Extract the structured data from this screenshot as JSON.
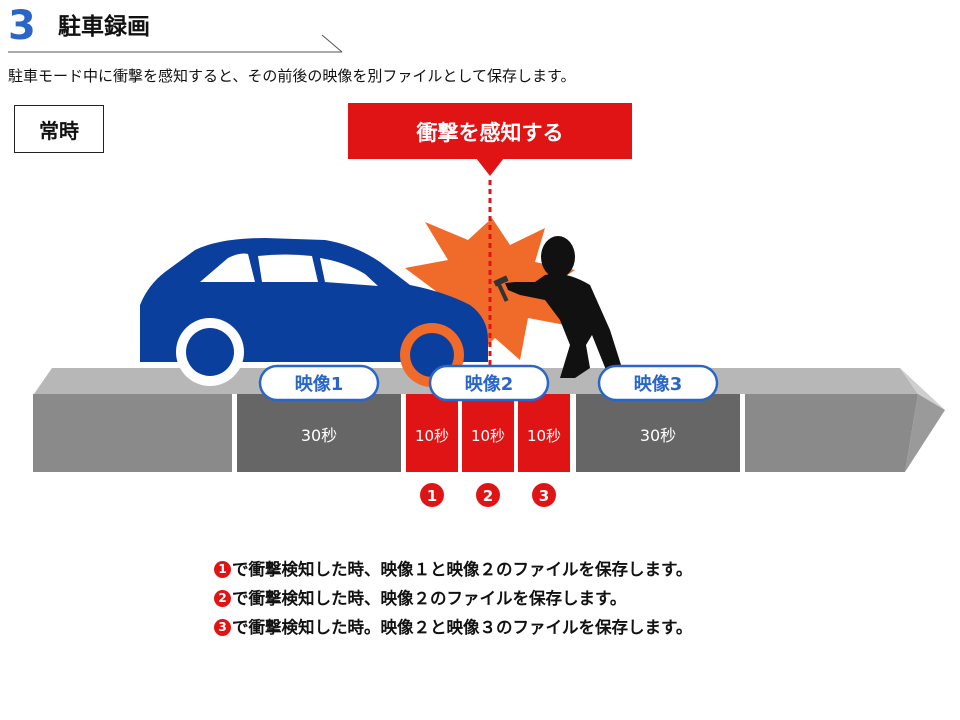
{
  "header": {
    "number": "3",
    "title": "駐車録画"
  },
  "lead_text": "駐車モード中に衝撃を感知すると、その前後の映像を別ファイルとして保存します。",
  "mode_label": "常時",
  "impact_callout": "衝撃を感知する",
  "files": [
    {
      "label": "映像1"
    },
    {
      "label": "映像2"
    },
    {
      "label": "映像3"
    }
  ],
  "segments": [
    {
      "label": "",
      "kind": "edge"
    },
    {
      "label": "30秒",
      "kind": "normal"
    },
    {
      "label": "10秒",
      "kind": "event"
    },
    {
      "label": "10秒",
      "kind": "event"
    },
    {
      "label": "10秒",
      "kind": "event"
    },
    {
      "label": "30秒",
      "kind": "normal"
    },
    {
      "label": "",
      "kind": "edge"
    }
  ],
  "markers": [
    "1",
    "2",
    "3"
  ],
  "notes": [
    {
      "marker": "1",
      "text": "で衝撃検知した時、映像１と映像２のファイルを保存します。"
    },
    {
      "marker": "2",
      "text": "で衝撃検知した時、映像２のファイルを保存します。"
    },
    {
      "marker": "3",
      "text": "で衝撃検知した時。映像２と映像３のファイルを保存します。"
    }
  ],
  "colors": {
    "accent_blue": "#2a66c7",
    "car_blue": "#0a3f9e",
    "alert_red": "#e01414",
    "burst_orange": "#f06a2a",
    "segment_gray": "#666666",
    "edge_gray": "#8a8a8a"
  }
}
